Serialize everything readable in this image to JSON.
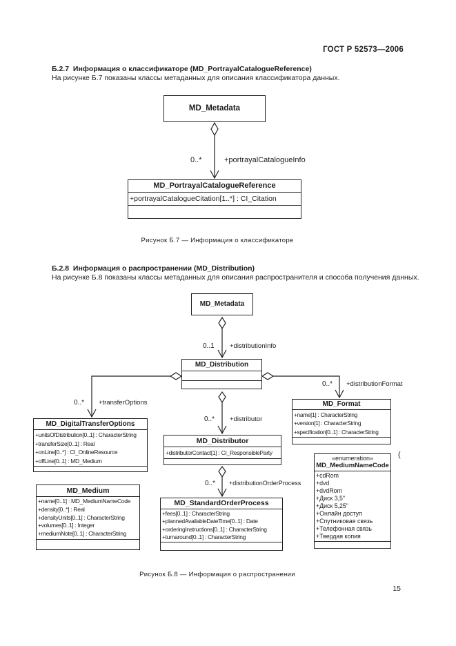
{
  "page": {
    "header": "ГОСТ Р 52573—2006",
    "page_number": "15",
    "artifact": "("
  },
  "sections": {
    "b27": {
      "heading": "Б.2.7  Информация о классификаторе (MD_PortrayalCatalogueReference)",
      "body": "На рисунке Б.7 показаны классы метаданных для описания классификатора данных.",
      "caption": "Рисунок Б.7 — Информация о классификаторе"
    },
    "b28": {
      "heading": "Б.2.8  Информация о распространении (MD_Distribution)",
      "body": "На рисунке Б.8 показаны классы метаданных для описания распространителя и способа получения данных.",
      "caption": "Рисунок Б.8 — Информация о распространении"
    }
  },
  "figure_b7": {
    "classes": {
      "md_metadata": {
        "name": "MD_Metadata"
      },
      "md_portrayal_catalogue_reference": {
        "name": "MD_PortrayalCatalogueReference",
        "attributes": [
          "+portrayalCatalogueCitation[1..*] : CI_Citation"
        ]
      }
    },
    "associations": {
      "portrayal_catalogue_info": {
        "multiplicity": "0..*",
        "role": "+portrayalCatalogueInfo"
      }
    }
  },
  "figure_b8": {
    "classes": {
      "md_metadata": {
        "name": "MD_Metadata"
      },
      "md_distribution": {
        "name": "MD_Distribution"
      },
      "md_digital_transfer_options": {
        "name": "MD_DigitalTransferOptions",
        "attributes": [
          "+unitsOfDistribution[0..1] : CharacterString",
          "+transferSize[0..1] : Real",
          "+onLine[0..*] : CI_OnlineResource",
          "+offLine[0..1] : MD_Medium"
        ]
      },
      "md_medium": {
        "name": "MD_Medium",
        "attributes": [
          "+name[0..1] : MD_MediumNameCode",
          "+density[0..*] : Real",
          "+densityUnits[0..1] : CharacterString",
          "+volumes[0..1] : Integer",
          "+mediumNote[0..1] : CharacterString"
        ]
      },
      "md_distributor": {
        "name": "MD_Distributor",
        "attributes": [
          "+distributorContact[1] : CI_ResponsibleParty"
        ]
      },
      "md_standard_order_process": {
        "name": "MD_StandardOrderProcess",
        "attributes": [
          "+fees[0..1] : CharacterString",
          "+plannedAvailableDateTime[0..1] : Date",
          "+orderingInstructions[0..1] : CharacterString",
          "+turnaround[0..1] : CharacterString"
        ]
      },
      "md_format": {
        "name": "MD_Format",
        "attributes": [
          "+name[1] : CharacterString",
          "+version[1] : CharacterString",
          "+specification[0..1] : CharacterString"
        ]
      },
      "md_medium_name_code": {
        "stereotype": "«enumeration»",
        "name": "MD_MediumNameCode",
        "attributes": [
          "+cdRom",
          "+dvd",
          "+dvdRom",
          "+Диск 3,5\"",
          "+Диск 5,25\"",
          "+Онлайн доступ",
          "+Спутниковая связь",
          "+Телефонная связь",
          "+Твердая копия"
        ]
      }
    },
    "associations": {
      "distribution_info": {
        "multiplicity": "0..1",
        "role": "+distributionInfo"
      },
      "transfer_options": {
        "multiplicity": "0..*",
        "role": "+transferOptions"
      },
      "distribution_format": {
        "multiplicity": "0..*",
        "role": "+distributionFormat"
      },
      "distributor": {
        "multiplicity": "0..*",
        "role": "+distributor"
      },
      "distribution_order_process": {
        "multiplicity": "0..*",
        "role": "+distributionOrderProcess"
      }
    }
  }
}
